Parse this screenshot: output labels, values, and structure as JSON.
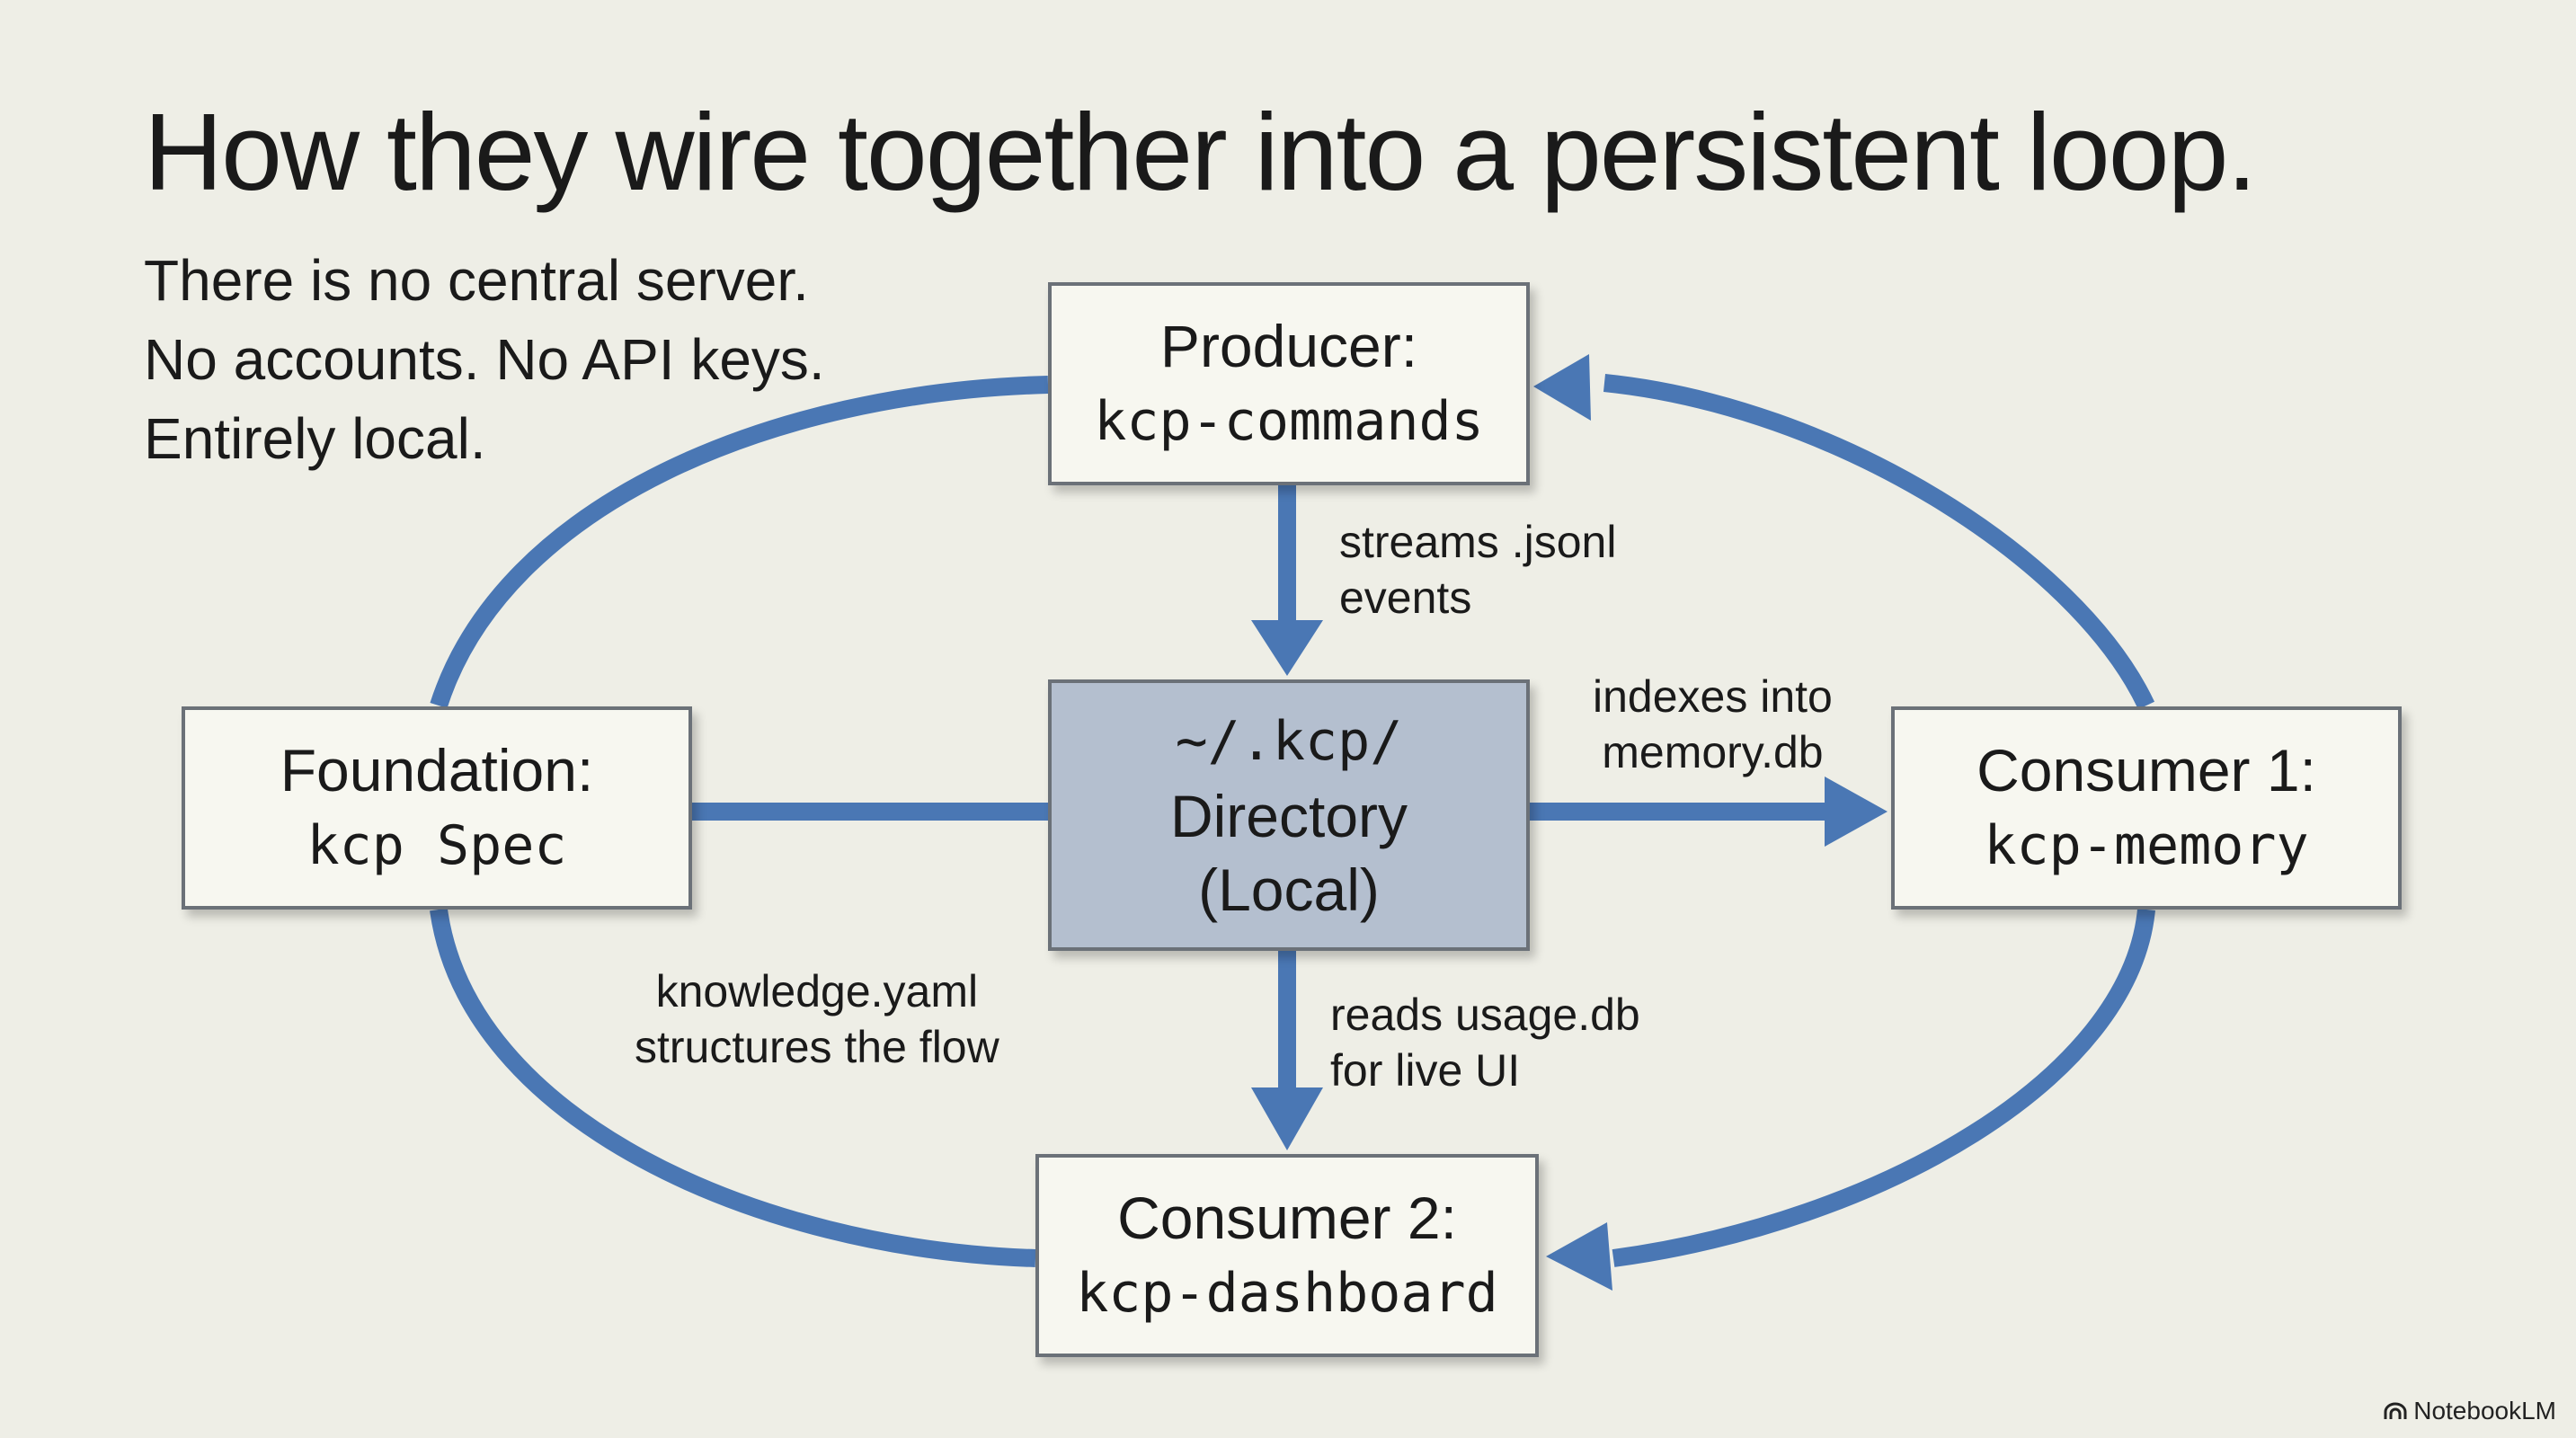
{
  "title": "How they wire together into a persistent loop.",
  "subtitle": [
    "There is no central server.",
    "No accounts. No API keys.",
    "Entirely local."
  ],
  "nodes": {
    "producer": {
      "line1": "Producer:",
      "line2": "kcp-commands"
    },
    "directory": {
      "line1": "~/.kcp/",
      "line2": "Directory",
      "line3": "(Local)"
    },
    "foundation": {
      "line1": "Foundation:",
      "line2": "kcp Spec"
    },
    "consumer1": {
      "line1": "Consumer 1:",
      "line2": "kcp-memory"
    },
    "consumer2": {
      "line1": "Consumer 2:",
      "line2": "kcp-dashboard"
    }
  },
  "edges": {
    "producer_to_directory": [
      "streams .jsonl",
      "events"
    ],
    "directory_to_consumer1": [
      "indexes into",
      "memory.db"
    ],
    "directory_to_consumer2": [
      "reads usage.db",
      "for live UI"
    ],
    "foundation": [
      "knowledge.yaml",
      "structures the flow"
    ]
  },
  "colors": {
    "arrow": "#4a77b4",
    "center_fill": "#b4bfcf",
    "background": "#eeeee6"
  },
  "watermark": "NotebookLM"
}
